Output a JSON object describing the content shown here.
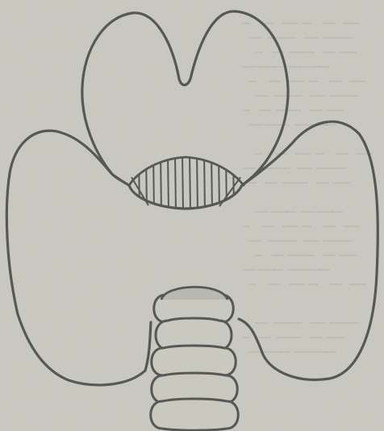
{
  "figure": {
    "colors": {
      "paper": "#c9c9c0",
      "paper_shade": "#b9b9b0",
      "outline": "#575756",
      "show_through_text": "#a9a9a1"
    },
    "parts": [
      {
        "name": "upper-lobe-shape"
      },
      {
        "name": "outer-lobe-shape"
      },
      {
        "name": "hatched-center-region"
      },
      {
        "name": "left-connecting-wedge"
      },
      {
        "name": "right-connecting-wedge"
      },
      {
        "name": "ring-stack"
      }
    ],
    "ring_count": 5
  }
}
